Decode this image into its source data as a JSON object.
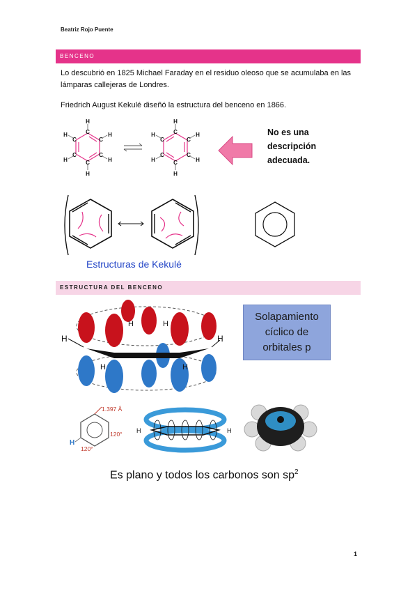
{
  "header": {
    "author": "Beatriz Rojo Puente"
  },
  "section1": {
    "title": "BENCENO",
    "paragraph1": "Lo descubrió en 1825 Michael Faraday en el residuo oleoso que se acumulaba en las lámparas callejeras de Londres.",
    "paragraph2": "Friedrich August Kekulé diseñó la estructura del benceno en 1866.",
    "note_line1": "No es una",
    "note_line2": "descripción",
    "note_line3": "adecuada.",
    "kekule_caption": "Estructuras de Kekulé",
    "atom_h": "H",
    "atom_c": "C"
  },
  "section2": {
    "title": "ESTRUCTURA DEL BENCENO",
    "overlap_line1": "Solapamiento",
    "overlap_line2": "cíclico de",
    "overlap_line3": "orbitales p",
    "bond_length": "1.397 Å",
    "angle": "120°",
    "final_text_main": "Es plano y todos los carbonos son sp",
    "final_text_sup": "2"
  },
  "footer": {
    "page_number": "1"
  },
  "colors": {
    "accent": "#e5338a",
    "band_light": "#f7d5e6",
    "caption_blue": "#2547c7",
    "box_blue": "#8ea5dc"
  }
}
